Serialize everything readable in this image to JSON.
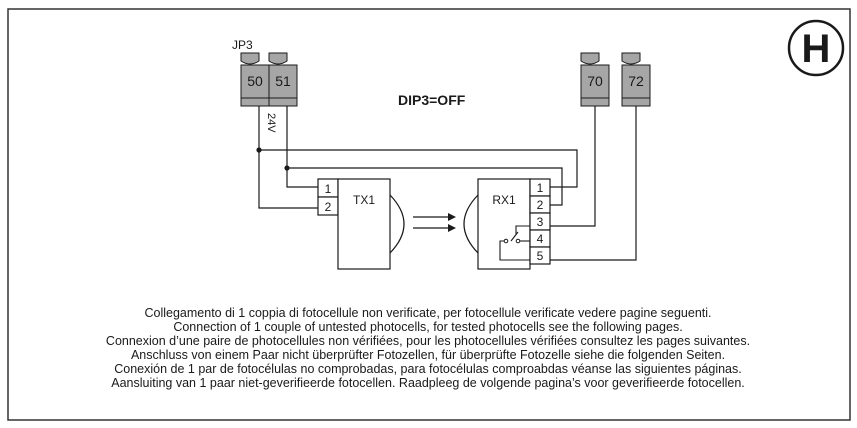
{
  "badge": {
    "letter": "H"
  },
  "connector_group_label": "JP3",
  "terminals": {
    "t50": "50",
    "t51": "51",
    "t70": "70",
    "t72": "72"
  },
  "voltage_label": "24V",
  "dip_setting": "DIP3=OFF",
  "transmitter": {
    "name": "TX1",
    "pins": [
      "1",
      "2"
    ]
  },
  "receiver": {
    "name": "RX1",
    "pins": [
      "1",
      "2",
      "3",
      "4",
      "5"
    ]
  },
  "caption": [
    "Collegamento di 1 coppia di fotocellule non verificate, per fotocellule verificate vedere pagine seguenti.",
    "Connection of 1 couple of untested photocells, for tested photocells see the following pages.",
    "Connexion d’une paire de photocellules non vérifiées, pour les photocellules vérifiées consultez les pages suivantes.",
    "Anschluss von einem Paar nicht überprüfter Fotozellen, für überprüfte Fotozelle siehe die folgenden Seiten.",
    "Conexión de 1 par de fotocélulas no comprobadas, para fotocélulas comproabdas véanse las siguientes páginas.",
    "Aansluiting van 1 paar niet-geverifieerde fotocellen. Raadpleeg de volgende pagina’s voor geverifieerde fotocellen."
  ],
  "colors": {
    "terminal_fill": "#a6a6a6",
    "stroke": "#1a1a1a",
    "frame": "#333333"
  }
}
